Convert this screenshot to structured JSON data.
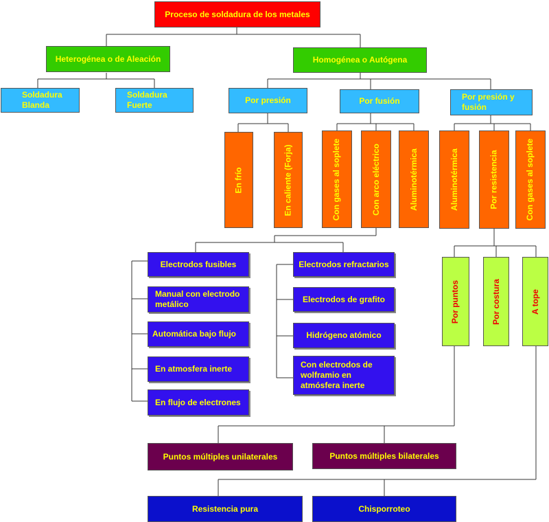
{
  "title": "Proceso de soldadura de los metales",
  "level1": {
    "heterogenea": "Heterogénea o de Aleación",
    "homogenea": "Homogénea o Autógena"
  },
  "heterogenea_items": [
    "Soldadura Blanda",
    "Soldadura Fuerte"
  ],
  "homogenea_items": [
    "Por presión",
    "Por fusión",
    "Por presión y fusión"
  ],
  "por_presion": [
    "En frío",
    "En caliente (Forja)"
  ],
  "por_fusion": [
    "Con gases al soplete",
    "Con arco eléctrico",
    "Aluminotérmica"
  ],
  "por_presion_fusion": [
    "Aluminotérmica",
    "Por resistencia",
    "Con gases al soplete"
  ],
  "arco_electrico": {
    "fusibles": {
      "label": "Electrodos fusibles",
      "items": [
        "Manual con electrodo metálico",
        "Automática bajo flujo",
        "En atmosfera inerte",
        "En flujo de electrones"
      ]
    },
    "refractarios": {
      "label": "Electrodos refractarios",
      "items": [
        "Electrodos de grafito",
        "Hidrógeno atómico",
        "Con electrodos de wolframio en atmósfera inerte"
      ]
    }
  },
  "resistencia": [
    "Por puntos",
    "Por costura",
    "A tope"
  ],
  "por_puntos": [
    "Puntos múltiples unilaterales",
    "Puntos múltiples bilaterales"
  ],
  "a_tope": [
    "Resistencia pura",
    "Chisporroteo"
  ],
  "colors": {
    "root": "#ff0000",
    "level1": "#33cc00",
    "level2": "#33bbff",
    "methods": "#ff6600",
    "electrodes": "#3311ee",
    "resistance": "#bbff44",
    "points": "#6b004d",
    "butt": "#0b10cc"
  }
}
